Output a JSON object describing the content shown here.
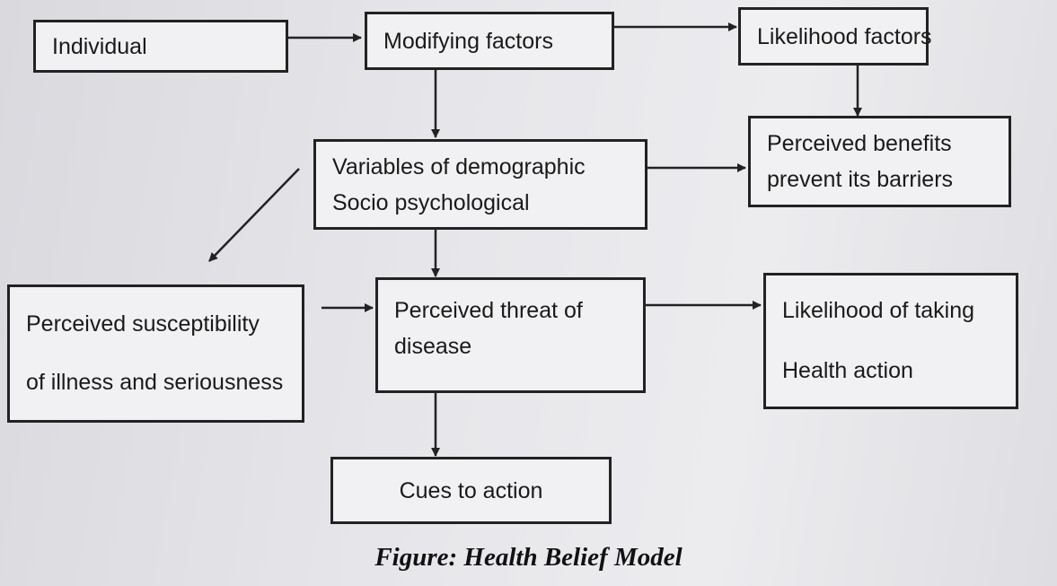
{
  "nodes": {
    "individual": [
      "Individual"
    ],
    "modifying_factors": [
      "Modifying factors"
    ],
    "likelihood_factors": [
      "Likelihood factors"
    ],
    "perceived_benefits": [
      "Perceived benefits",
      "prevent its barriers"
    ],
    "variables": [
      "Variables of demographic",
      "Socio psychological"
    ],
    "perceived_susceptibility": [
      "Perceived susceptibility",
      "of illness and seriousness"
    ],
    "perceived_threat": [
      "Perceived threat of",
      "disease"
    ],
    "likelihood_action": [
      "Likelihood of taking",
      "Health action"
    ],
    "cues": [
      "Cues to action"
    ]
  },
  "caption": "Figure: Health Belief Model"
}
